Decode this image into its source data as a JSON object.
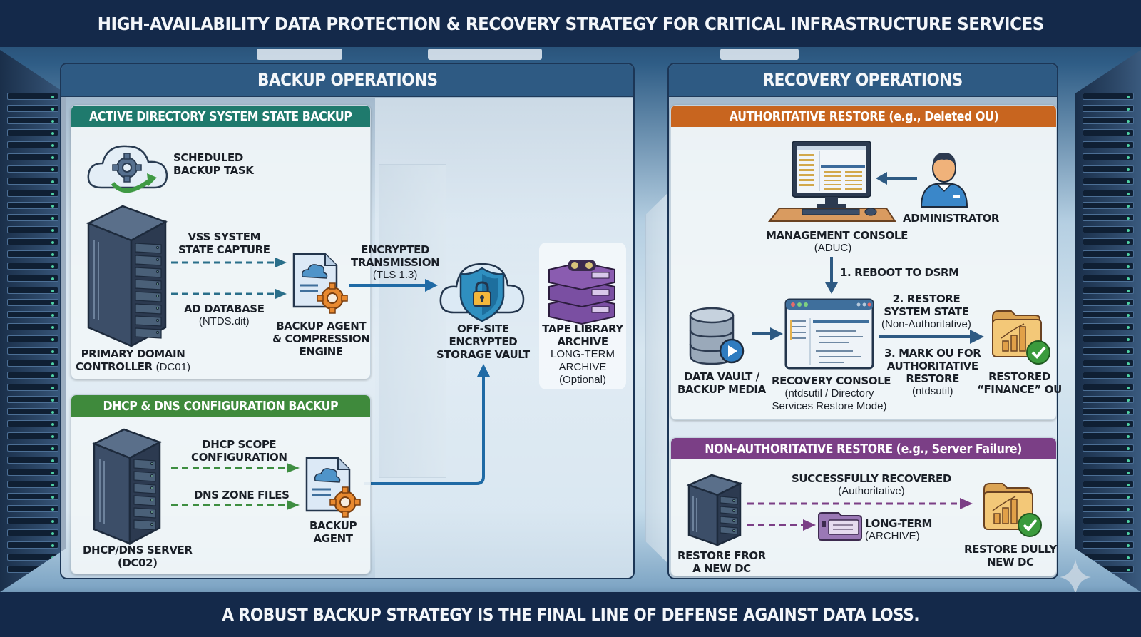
{
  "title": "HIGH-AVAILABILITY DATA PROTECTION & RECOVERY STRATEGY FOR CRITICAL INFRASTRUCTURE SERVICES",
  "footer": "A ROBUST BACKUP STRATEGY IS THE FINAL LINE OF DEFENSE AGAINST DATA LOSS.",
  "colors": {
    "title_bar": "#14294a",
    "panel_header": "#2e5a83",
    "ad_backup_header": "#1f7a6d",
    "dhcp_dns_header": "#3f8a3c",
    "authoritative_header": "#c8651f",
    "non_authoritative_header": "#7b3f86",
    "flow_blue": "#1f6aa5",
    "flow_green": "#3e8e41",
    "flow_purple": "#7b3f86",
    "success_green": "#3b9b3d",
    "gear_orange": "#e8892f"
  },
  "backup": {
    "heading": "BACKUP OPERATIONS",
    "ad_section": {
      "heading": "ACTIVE DIRECTORY SYSTEM STATE BACKUP",
      "scheduled_task": [
        "SCHEDULED",
        "BACKUP TASK"
      ],
      "server": {
        "line1": "PRIMARY DOMAIN",
        "line2_bold": "CONTROLLER",
        "line2_normal": "(DC01)"
      },
      "flow_vss": [
        "VSS SYSTEM",
        "STATE CAPTURE"
      ],
      "flow_db": {
        "title": "AD DATABASE",
        "detail": "(NTDS.dit)"
      },
      "agent": [
        "BACKUP AGENT",
        "& COMPRESSION",
        "ENGINE"
      ]
    },
    "transmission": {
      "title": [
        "ENCRYPTED",
        "TRANSMISSION"
      ],
      "detail": "(TLS 1.3)"
    },
    "vault": [
      "OFF-SITE",
      "ENCRYPTED",
      "STORAGE VAULT"
    ],
    "tape": {
      "title": [
        "TAPE LIBRARY",
        "ARCHIVE"
      ],
      "detail": [
        "LONG-TERM",
        "ARCHIVE",
        "(Optional)"
      ]
    },
    "dhcp_section": {
      "heading": "DHCP & DNS CONFIGURATION BACKUP",
      "server": [
        "DHCP/DNS SERVER",
        "(DC02)"
      ],
      "flow_scope": [
        "DHCP SCOPE",
        "CONFIGURATION"
      ],
      "flow_zone": "DNS ZONE FILES",
      "agent": [
        "BACKUP",
        "AGENT"
      ]
    }
  },
  "recovery": {
    "heading": "RECOVERY OPERATIONS",
    "authoritative": {
      "heading": "AUTHORITATIVE RESTORE (e.g., Deleted OU)",
      "console": {
        "title": "MANAGEMENT CONSOLE",
        "detail": "(ADUC)"
      },
      "admin": "ADMINISTRATOR",
      "step1": "1. REBOOT TO DSRM",
      "vault": [
        "DATA VAULT /",
        "BACKUP MEDIA"
      ],
      "recovery_console": {
        "title": "RECOVERY CONSOLE",
        "detail": [
          "(ntdsutil / Directory",
          "Services Restore Mode)"
        ]
      },
      "step2": {
        "title": [
          "2. RESTORE",
          "SYSTEM STATE"
        ],
        "detail": "(Non-Authoritative)"
      },
      "step3": {
        "title": [
          "3. MARK OU FOR",
          "AUTHORITATIVE",
          "RESTORE"
        ],
        "detail": "(ntdsutil)"
      },
      "result": [
        "RESTORED",
        "“FINANCE” OU"
      ]
    },
    "non_authoritative": {
      "heading": "NON-AUTHORITATIVE RESTORE (e.g., Server Failure)",
      "server": [
        "RESTORE FROR",
        "A NEW DC"
      ],
      "flow_top": {
        "title": "SUCCESSFULLY RECOVERED",
        "detail": "(Authoritative)"
      },
      "archive": {
        "title": "LONG-TERM",
        "detail": "(ARCHIVE)"
      },
      "result": [
        "RESTORE DULLY",
        "NEW DC"
      ]
    }
  }
}
